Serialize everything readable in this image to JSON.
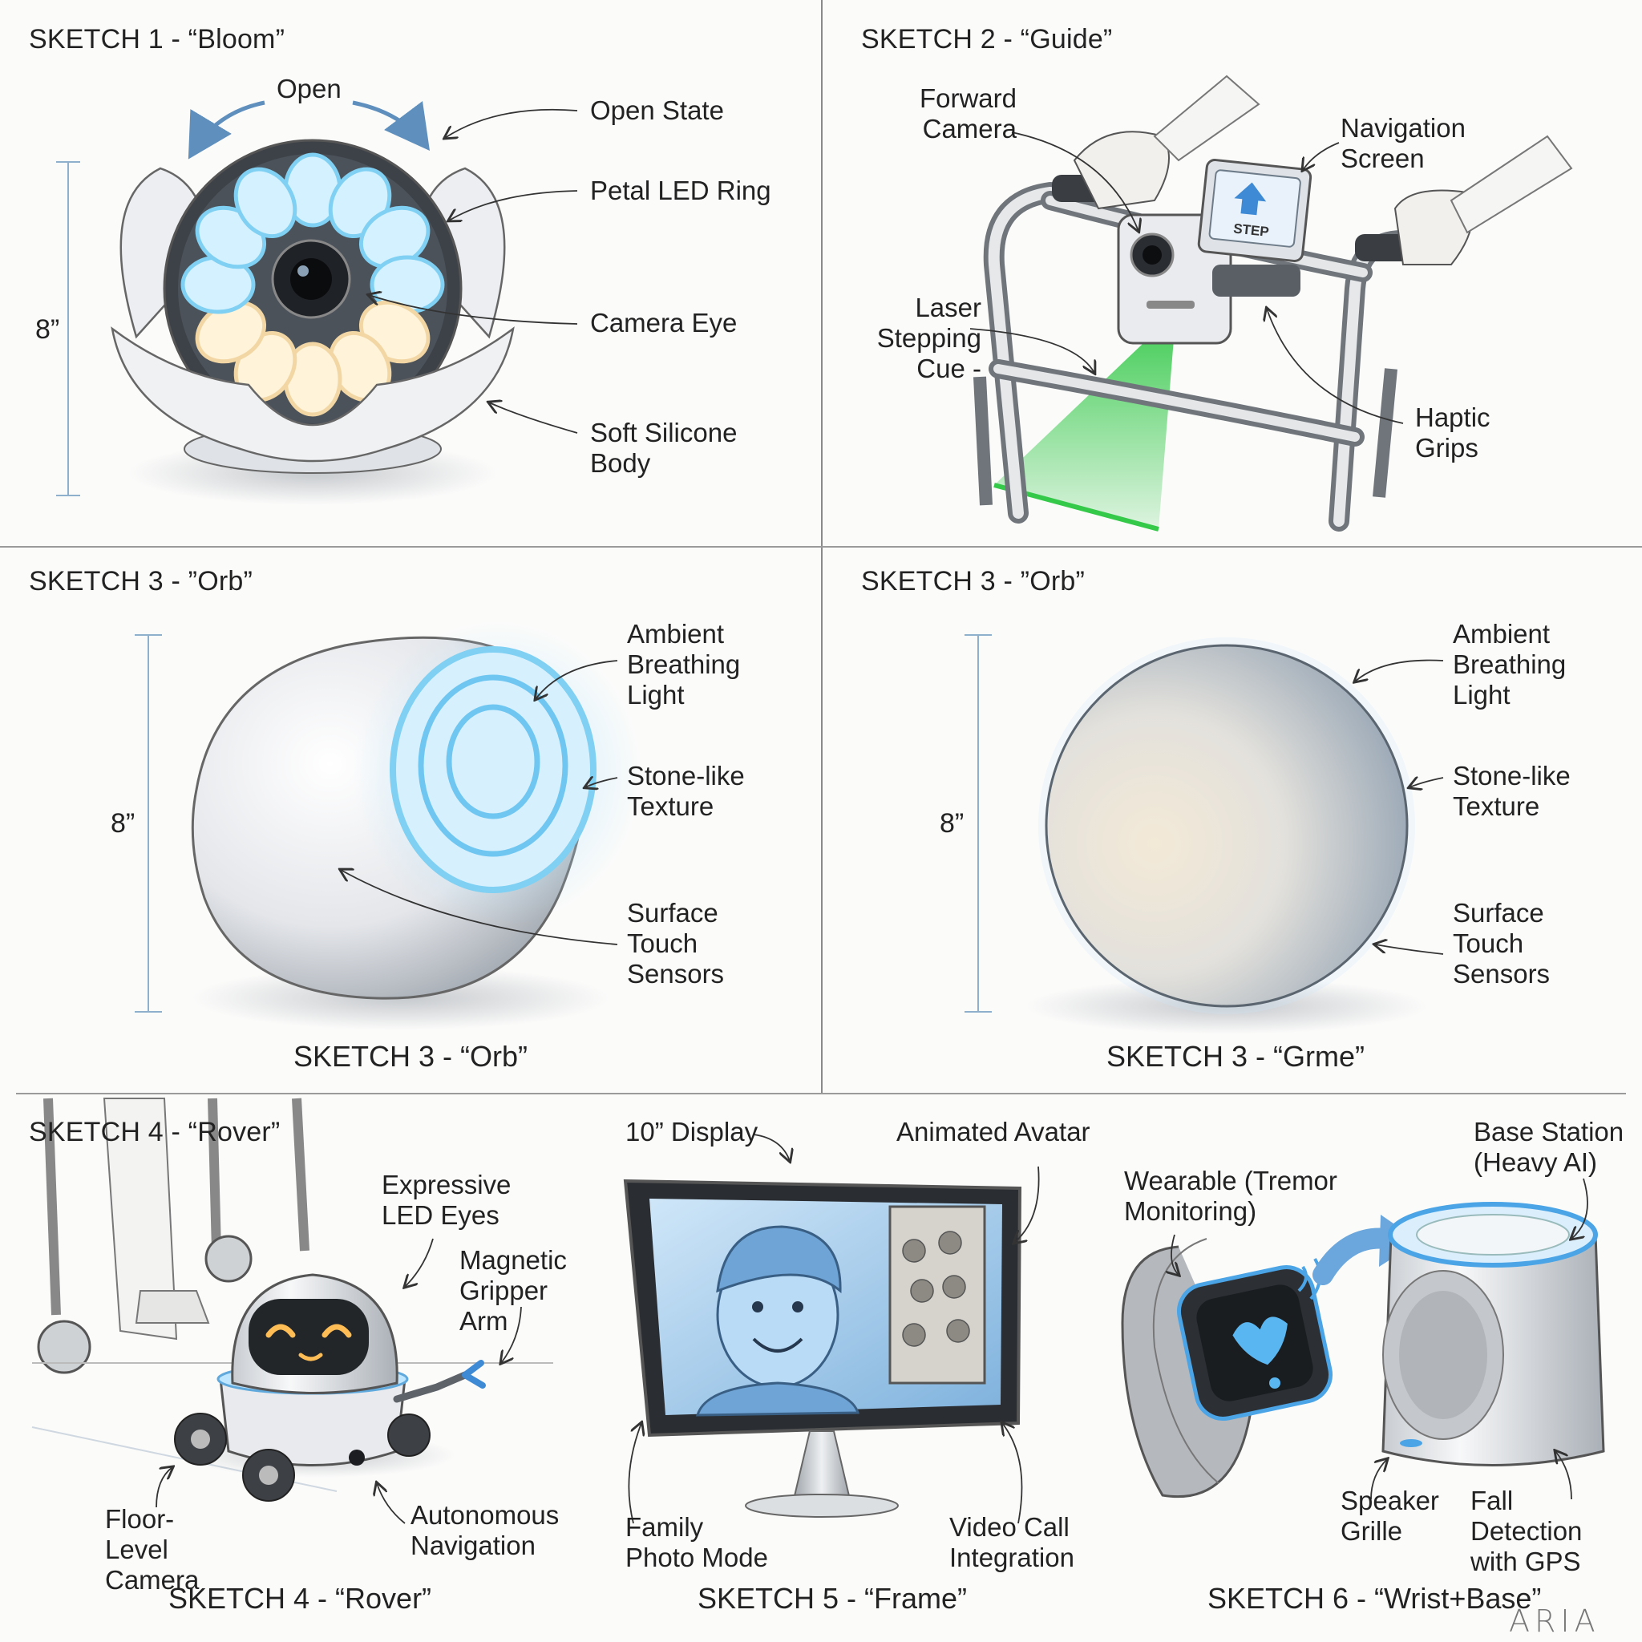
{
  "panels": {
    "p1": {
      "title": "SKETCH 1 - “Bloom”",
      "open": "Open",
      "dimension": "8”",
      "labels": [
        "Open State",
        "Petal LED Ring",
        "Camera Eye",
        "Soft Silicone Body"
      ]
    },
    "p2": {
      "title": "SKETCH 2 - “Guide”",
      "labels": [
        "Forward Camera",
        "Navigation Screen",
        "Laser Stepping Cue -",
        "Haptic Grips"
      ],
      "screen_text": "STEP"
    },
    "p3": {
      "title": "SKETCH 3 - ”Orb”",
      "dimension": "8”",
      "labels": [
        "Ambient Breathing Light",
        "Stone-like Texture",
        "Surface Touch Sensors"
      ],
      "caption": "SKETCH 3 - “Orb”"
    },
    "p4": {
      "title": "SKETCH 3 - ”Orb”",
      "dimension": "8”",
      "labels": [
        "Ambient Breathing Light",
        "Stone-like Texture",
        "Surface Touch Sensors"
      ],
      "caption": "SKETCH 3 - “Grme”"
    },
    "p5": {
      "title": "SKETCH 4 - “Rover”",
      "labels": [
        "Expressive LED Eyes",
        "Magnetic Gripper Arm",
        "Floor-Level Camera",
        "Autonomous Navigation"
      ],
      "caption": "SKETCH 4 - “Rover”"
    },
    "p6": {
      "labels": [
        "10” Display",
        "Animated Avatar",
        "Family Photo Mode",
        "Video Call Integration"
      ],
      "caption": "SKETCH 5 - “Frame”"
    },
    "p7": {
      "labels": [
        "Wearable (Tremor Monitoring)",
        "Base Station (Heavy AI)",
        "Speaker Grille",
        "Fall Detection with GPS"
      ],
      "caption": "SKETCH 6 - “Wrist+Base”"
    }
  },
  "logo": "ARIA",
  "colors": {
    "led_blue": "#7fd0f2",
    "led_warm": "#fff3d9",
    "laser": "#35c94a",
    "dim_line": "#8fb0cc",
    "divider": "#8a8a8a"
  }
}
